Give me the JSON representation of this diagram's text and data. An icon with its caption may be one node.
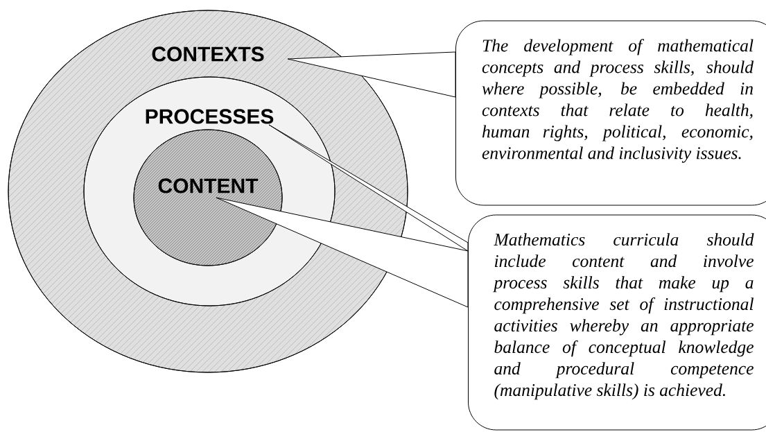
{
  "diagram": {
    "nodes": [
      {
        "text": [
          "CONTEXTS"
        ]
      },
      {
        "text": [
          "PROCESSES"
        ],
        "in": 0
      },
      {
        "text": [
          "CONTENT"
        ],
        "in": 1
      },
      {
        "text": [
          "The development of mathematical concepts and process skills, should where possible, be embedded in contexts that relate to health, human rights, political, economic, environmental and inclusivity issues."
        ]
      },
      {
        "text": [
          "Mathematics curricula should include content and involve process skills that make up a comprehensive set of instructional activities whereby an appropriate balance of conceptual knowledge and procedural competence (manipulative skills) is achieved."
        ]
      }
    ],
    "edges": [
      {
        "from": 3,
        "to": 0,
        "arrow": "none"
      },
      {
        "from": 4,
        "to": 1,
        "arrow": "none"
      },
      {
        "from": 4,
        "to": 2,
        "arrow": "none"
      }
    ]
  }
}
